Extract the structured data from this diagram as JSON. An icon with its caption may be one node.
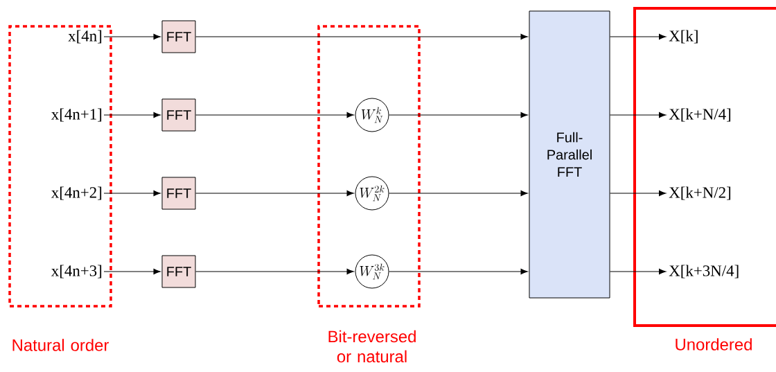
{
  "diagram": {
    "nodes": [
      {
        "text": [
          "Natural order"
        ]
      },
      {
        "text": [
          "x[4n]"
        ],
        "in": 0
      },
      {
        "text": [
          "x[4n+1]"
        ],
        "in": 0
      },
      {
        "text": [
          "x[4n+2]"
        ],
        "in": 0
      },
      {
        "text": [
          "x[4n+3]"
        ],
        "in": 0
      },
      {
        "text": [
          "FFT"
        ]
      },
      {
        "text": [
          "FFT"
        ]
      },
      {
        "text": [
          "FFT"
        ]
      },
      {
        "text": [
          "FFT"
        ]
      },
      {
        "text": [
          "Bit-reversed or natural"
        ]
      },
      {
        "text": [
          "W_N^{k}"
        ],
        "in": 9
      },
      {
        "text": [
          "W_N^{2k}"
        ],
        "in": 9
      },
      {
        "text": [
          "W_N^{3k}"
        ],
        "in": 9
      },
      {
        "text": [
          "Full-Parallel FFT"
        ]
      },
      {
        "text": [
          "Unordered"
        ]
      },
      {
        "text": [
          "X[k]"
        ],
        "in": 14
      },
      {
        "text": [
          "X[k+N/4]"
        ],
        "in": 14
      },
      {
        "text": [
          "X[k+N/2]"
        ],
        "in": 14
      },
      {
        "text": [
          "X[k+3N/4]"
        ],
        "in": 14
      }
    ],
    "edges": [
      {
        "from": 1,
        "to": 5,
        "arrow": "to"
      },
      {
        "from": 2,
        "to": 6,
        "arrow": "to"
      },
      {
        "from": 3,
        "to": 7,
        "arrow": "to"
      },
      {
        "from": 4,
        "to": 8,
        "arrow": "to"
      },
      {
        "from": 5,
        "to": 13,
        "arrow": "to"
      },
      {
        "from": 6,
        "to": 10,
        "arrow": "to"
      },
      {
        "from": 7,
        "to": 11,
        "arrow": "to"
      },
      {
        "from": 8,
        "to": 12,
        "arrow": "to"
      },
      {
        "from": 10,
        "to": 13,
        "arrow": "to"
      },
      {
        "from": 11,
        "to": 13,
        "arrow": "to"
      },
      {
        "from": 12,
        "to": 13,
        "arrow": "to"
      },
      {
        "from": 13,
        "to": 15,
        "arrow": "to"
      },
      {
        "from": 13,
        "to": 16,
        "arrow": "to"
      },
      {
        "from": 13,
        "to": 17,
        "arrow": "to"
      },
      {
        "from": 13,
        "to": 18,
        "arrow": "to"
      }
    ]
  }
}
